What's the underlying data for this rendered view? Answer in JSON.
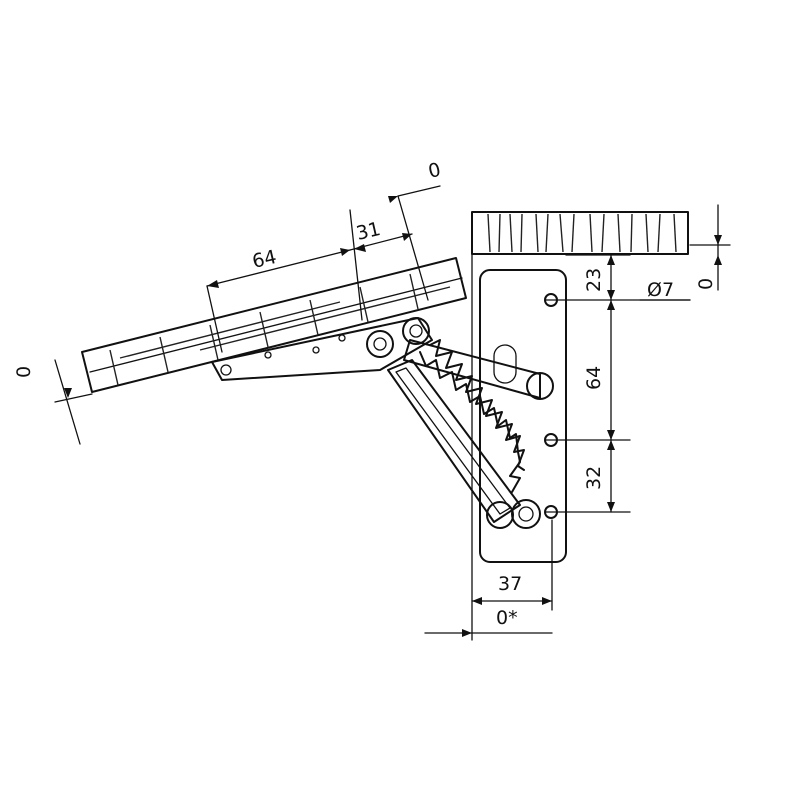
{
  "drawing": {
    "colors": {
      "ink": "#111111",
      "paper": "#ffffff"
    },
    "dimensions": {
      "lid_offset_top": "0",
      "lid_thickness_top": "31",
      "lid_hole_spacing": "64",
      "lid_offset_left": "0",
      "top_edge_offset": "0",
      "hole_diameter": "Ø7",
      "plate_first_hole": "23",
      "plate_hole_spacing_a": "64",
      "plate_hole_spacing_b": "32",
      "plate_width": "37",
      "plate_offset_bottom": "0*"
    }
  }
}
